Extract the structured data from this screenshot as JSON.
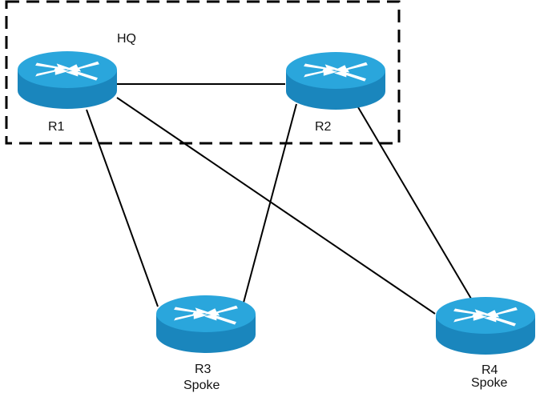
{
  "diagram": {
    "group": {
      "label": "HQ",
      "members": [
        "R1",
        "R2"
      ],
      "border_style": "dashed"
    },
    "colors": {
      "router_top": "#2aa6dc",
      "router_side": "#1a86bd",
      "router_side_dark": "#137aae",
      "arrow": "#ffffff",
      "link": "#000000",
      "group_border": "#000000"
    },
    "nodes": [
      {
        "id": "R1",
        "label": "R1",
        "role": "",
        "type": "router"
      },
      {
        "id": "R2",
        "label": "R2",
        "role": "",
        "type": "router"
      },
      {
        "id": "R3",
        "label": "R3",
        "role": "Spoke",
        "type": "router"
      },
      {
        "id": "R4",
        "label": "R4",
        "role": "Spoke",
        "type": "router"
      }
    ],
    "links": [
      {
        "from": "R1",
        "to": "R2"
      },
      {
        "from": "R1",
        "to": "R3"
      },
      {
        "from": "R1",
        "to": "R4"
      },
      {
        "from": "R2",
        "to": "R3"
      },
      {
        "from": "R2",
        "to": "R4"
      }
    ]
  }
}
